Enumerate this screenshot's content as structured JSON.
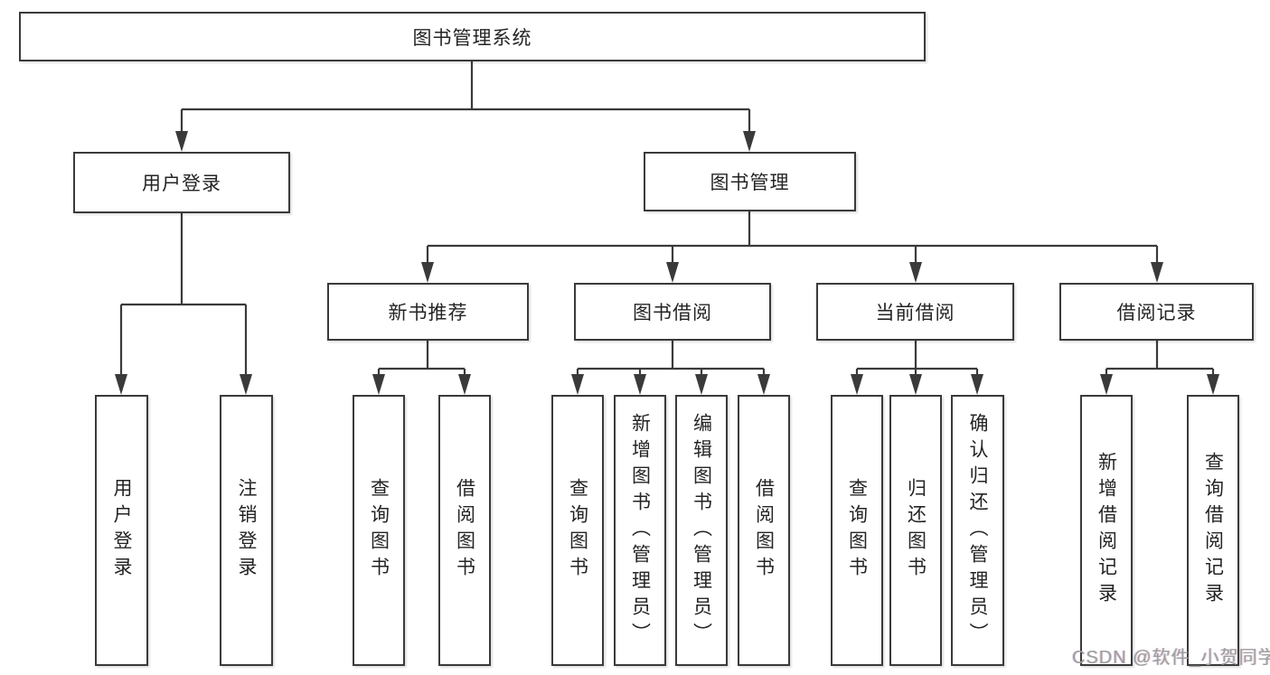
{
  "title": "图书管理系统",
  "branches": [
    {
      "label": "用户登录",
      "children": [
        {
          "label": "用户登录"
        },
        {
          "label": "注销登录"
        }
      ]
    },
    {
      "label": "图书管理",
      "children": [
        {
          "label": "新书推荐",
          "children": [
            {
              "label": "查询图书"
            },
            {
              "label": "借阅图书"
            }
          ]
        },
        {
          "label": "图书借阅",
          "children": [
            {
              "label": "查询图书"
            },
            {
              "label": "新增图书（管理员）"
            },
            {
              "label": "编辑图书（管理员）"
            },
            {
              "label": "借阅图书"
            }
          ]
        },
        {
          "label": "当前借阅",
          "children": [
            {
              "label": "查询图书"
            },
            {
              "label": "归还图书"
            },
            {
              "label": "确认归还（管理员）"
            }
          ]
        },
        {
          "label": "借阅记录",
          "children": [
            {
              "label": "新增借阅记录"
            },
            {
              "label": "查询借阅记录"
            }
          ]
        }
      ]
    }
  ],
  "watermark": {
    "text": "CSDN @软件_小贺同学"
  },
  "colors": {
    "line": "#3a3a3a",
    "box_border": "#3a3a3a",
    "text": "#242424",
    "watermark": "#9e9e9e",
    "background": "#ffffff"
  }
}
